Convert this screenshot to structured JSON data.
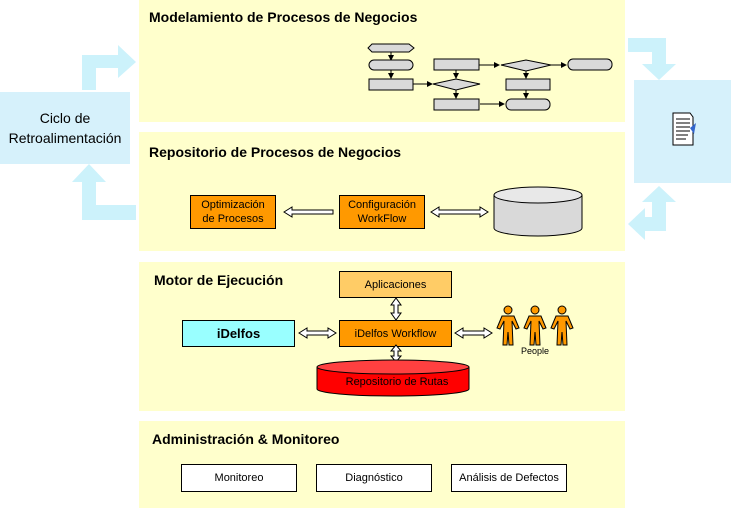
{
  "feedback": {
    "label_line1": "Ciclo de",
    "label_line2": "Retroalimentación"
  },
  "panels": {
    "bpm": {
      "title": "Modelamiento de Procesos de Negocios"
    },
    "repository": {
      "title": "Repositorio de Procesos de Negocios",
      "optimization_line1": "Optimización",
      "optimization_line2": "de Procesos",
      "configuration_line1": "Configuración",
      "configuration_line2": "WorkFlow"
    },
    "engine": {
      "title": "Motor de Ejecución",
      "applications": "Aplicaciones",
      "idelfos": "iDelfos",
      "workflow": "iDelfos Workflow",
      "routes_repo": "Repositorio de Rutas",
      "people": "People"
    },
    "admin": {
      "title": "Administración & Monitoreo",
      "monitoring": "Monitoreo",
      "diagnostic": "Diagnóstico",
      "defect_analysis": "Análisis de Defectos"
    }
  },
  "colors": {
    "panel": "#ffffcc",
    "feedback": "#d6f1fb",
    "orange": "#ff9900",
    "light_orange": "#ffcc66",
    "cyan": "#99ffff",
    "red": "#ff0000",
    "grey": "#d9d9d9"
  },
  "icons": [
    "document-icon",
    "person-icon",
    "database-icon",
    "double-arrow-icon",
    "feedback-arrow-icon"
  ]
}
